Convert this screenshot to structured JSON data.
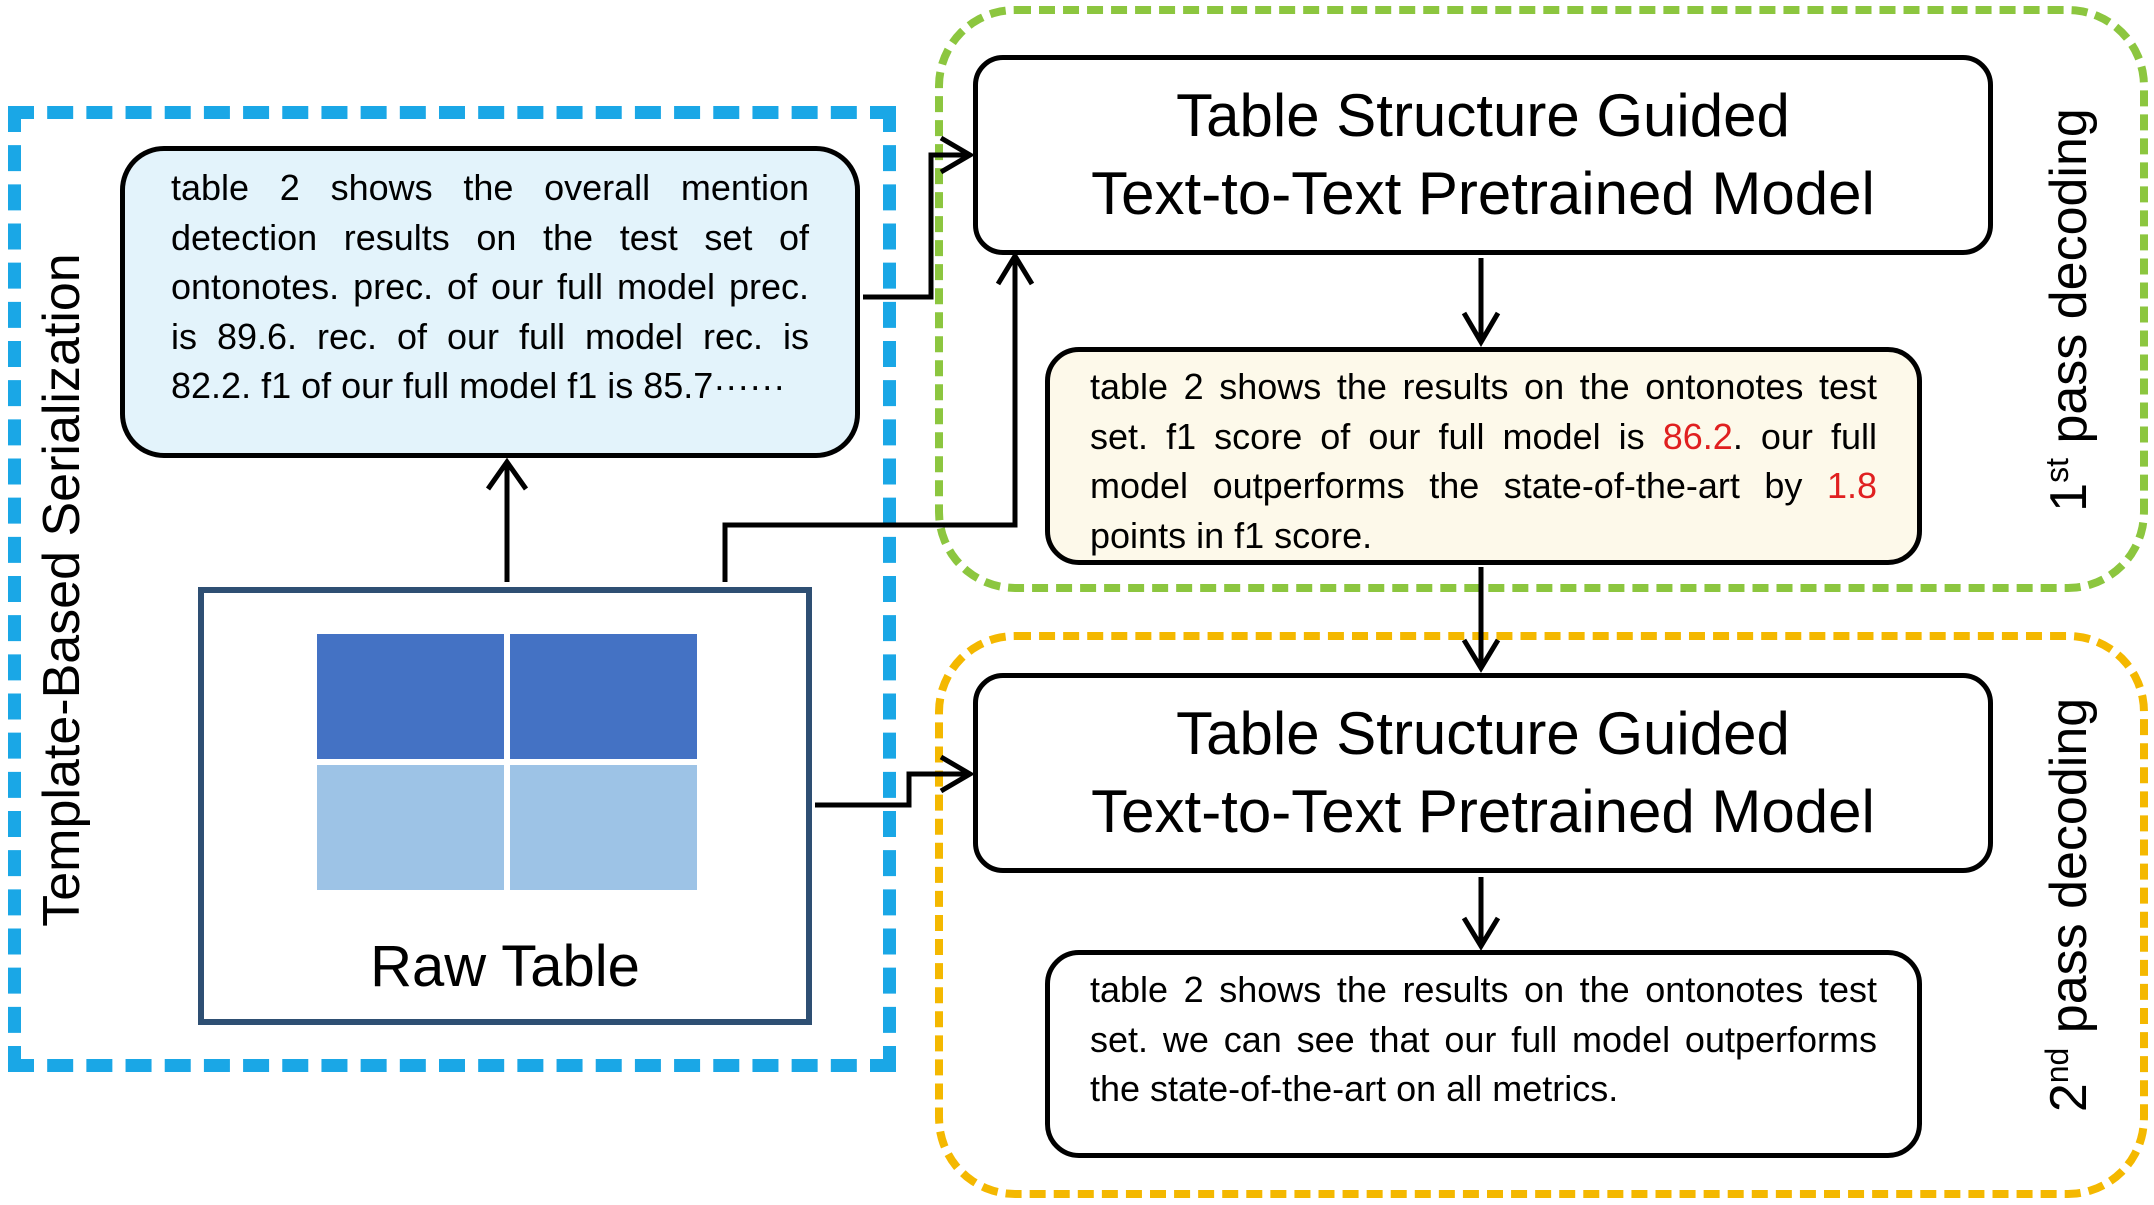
{
  "groups": {
    "serialization_label": "Template-Based Serialization",
    "first_pass": {
      "ordinal": "1",
      "suffix": "st",
      "rest": " pass decoding"
    },
    "second_pass": {
      "ordinal": "2",
      "suffix": "nd",
      "rest": " pass decoding"
    }
  },
  "serialized_text": "table 2 shows the overall mention detection results on the test set of ontonotes. prec. of our full model prec. is 89.6. rec. of our full model rec. is 82.2. f1 of our full model f1 is 85.7······",
  "raw_table": {
    "label": "Raw Table"
  },
  "model": {
    "line1": "Table Structure Guided",
    "line2": "Text-to-Text Pretrained Model"
  },
  "first_output": {
    "part1": "table 2 shows the results on the ontonotes test set. f1 score of our full model is ",
    "highlight1": "86.2",
    "part2": ". our full model outperforms the state-of-the-art by ",
    "highlight2": "1.8",
    "part3": " points in f1 score."
  },
  "second_output": "table 2 shows the results on the ontonotes test set. we can see that our full model outperforms the state-of-the-art on all metrics.",
  "colors": {
    "serialization_border": "#1aa7e6",
    "first_pass_border": "#8cc63f",
    "second_pass_border": "#f4b800",
    "serialized_box_fill": "#e3f3fb",
    "first_output_fill": "#fdf9ea",
    "table_dark": "#4472c4",
    "table_light": "#9dc3e6",
    "table_border": "#2e4f73",
    "highlight": "#e02020"
  }
}
